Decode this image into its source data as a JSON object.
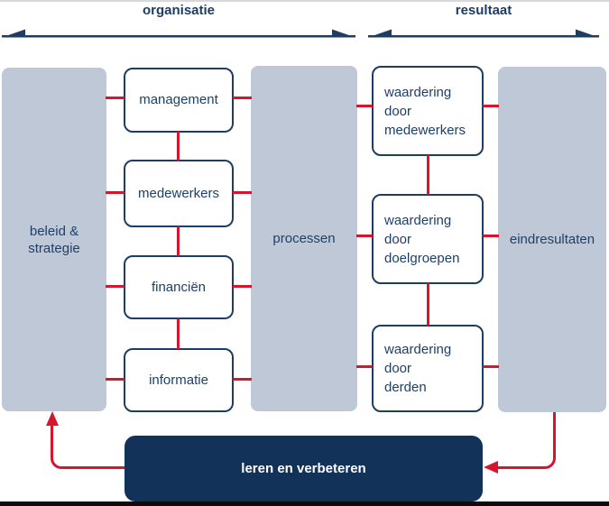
{
  "colors": {
    "red": "#d6152e",
    "navy": "#1e3d64",
    "dark-navy": "#12325a",
    "column-fill": "#bfc8d6",
    "text-navy": "#1e4066"
  },
  "header": {
    "organisation_label": "organisatie",
    "result_label": "resultaat"
  },
  "diagram": {
    "policy_strategy": {
      "line1": "beleid &",
      "line2": "strategie"
    },
    "management": "management",
    "employees": "medewerkers",
    "finances": "financiën",
    "information": "informatie",
    "processes": "processen",
    "appreciation_employees": {
      "line1": "waardering",
      "line2": "door",
      "line3": "medewerkers"
    },
    "appreciation_target_groups": {
      "line1": "waardering",
      "line2": "door",
      "line3": "doelgroepen"
    },
    "appreciation_third_parties": {
      "line1": "waardering",
      "line2": "door",
      "line3": "derden"
    },
    "end_results": "eindresultaten",
    "learn_improve": "leren en verbeteren"
  }
}
